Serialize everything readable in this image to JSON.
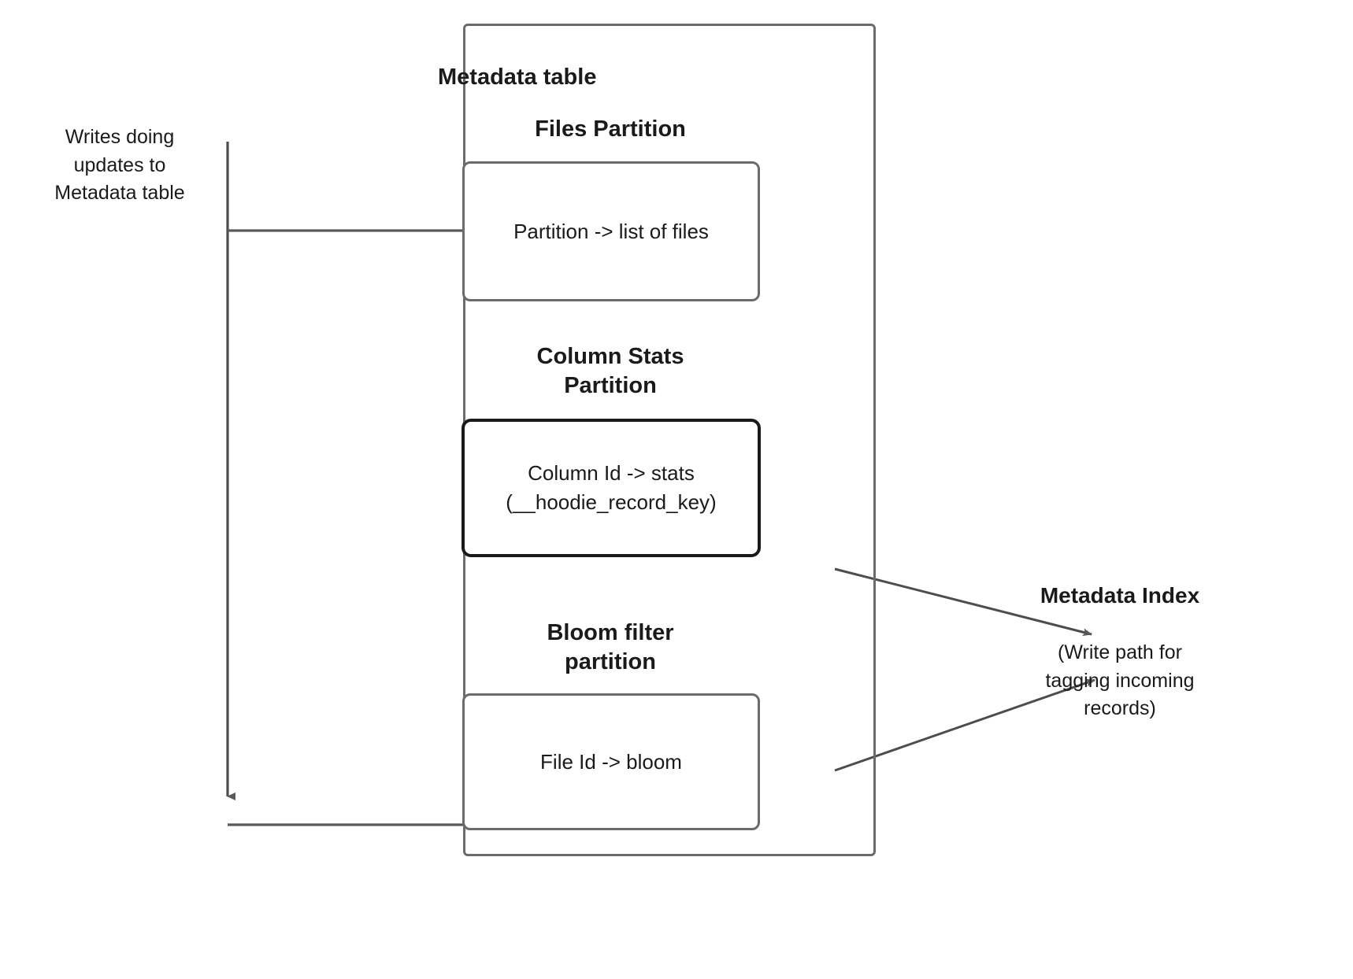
{
  "diagram": {
    "title": "Hudi Metadata table partitions and metadata index write path",
    "outer": {
      "label": "Metadata table"
    },
    "left_annotation": "Writes doing\nupdates to\nMetadata table",
    "partitions": [
      {
        "name": "files-partition",
        "heading": "Files Partition",
        "box_text": "Partition -> list of files",
        "emphasis": false
      },
      {
        "name": "column-stats-partition",
        "heading": "Column Stats\nPartition",
        "box_text": "Column Id  -> stats\n(__hoodie_record_key)",
        "emphasis": true
      },
      {
        "name": "bloom-filter-partition",
        "heading": "Bloom filter\npartition",
        "box_text": "File Id -> bloom",
        "emphasis": false
      }
    ],
    "metadata_index": {
      "title": "Metadata Index",
      "caption": "(Write path for\ntagging incoming\nrecords)"
    },
    "colors": {
      "stroke_gray": "#6b6b6b",
      "stroke_dark": "#4d4d4d",
      "stroke_black": "#1a1a1a",
      "text": "#1a1a1a",
      "background": "#ffffff"
    }
  }
}
